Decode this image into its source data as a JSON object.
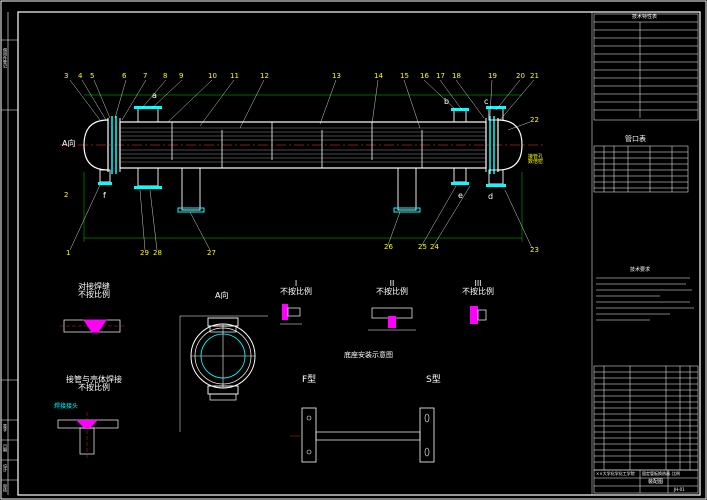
{
  "drawing": {
    "callouts_top": [
      "3",
      "4",
      "5",
      "6",
      "7",
      "8",
      "9",
      "10",
      "11",
      "12",
      "13",
      "14",
      "15",
      "16",
      "17",
      "18",
      "19",
      "20",
      "21"
    ],
    "callouts_bottom": [
      "1",
      "2",
      "29",
      "28",
      "27",
      "26",
      "25",
      "24",
      "23",
      "22"
    ],
    "nozzles": [
      "a",
      "b",
      "c",
      "d",
      "e",
      "f"
    ],
    "view_label_A": "A向",
    "right_note": "接管孔\n数倍密",
    "views": {
      "weld_detail_1": "对接焊缝\n不按比例",
      "weld_detail_2": "接管与壳体焊接\n不按比例",
      "weld_detail_2_sub": "焊接接头",
      "view_a": "A向",
      "detail_I": "I\n不按比例",
      "detail_II": "II\n不按比例",
      "detail_III": "III\n不按比例",
      "base_title": "底座安装示意图",
      "base_f": "F型",
      "base_s": "S型"
    }
  },
  "right_panel": {
    "tech_table_title": "技术特性表",
    "nozzle_table_title": "管口表",
    "requirements_title": "技术要求",
    "title_block_line1": "固定管板换热器",
    "title_block_line2": "装配图",
    "university": "××大学化学化工学院",
    "scale": "比例",
    "drawing_no": "JH-01"
  },
  "left_strip": {
    "labels": [
      "借用件登记",
      "签字",
      "日期",
      "设计",
      "审核"
    ]
  },
  "colors": {
    "background": "#000000",
    "frame": "#ffffff",
    "callout": "#ffff00",
    "accent": "#00ffff",
    "hatch": "#ff00ff",
    "dim": "#00ff00",
    "centerline": "#ff3030"
  }
}
